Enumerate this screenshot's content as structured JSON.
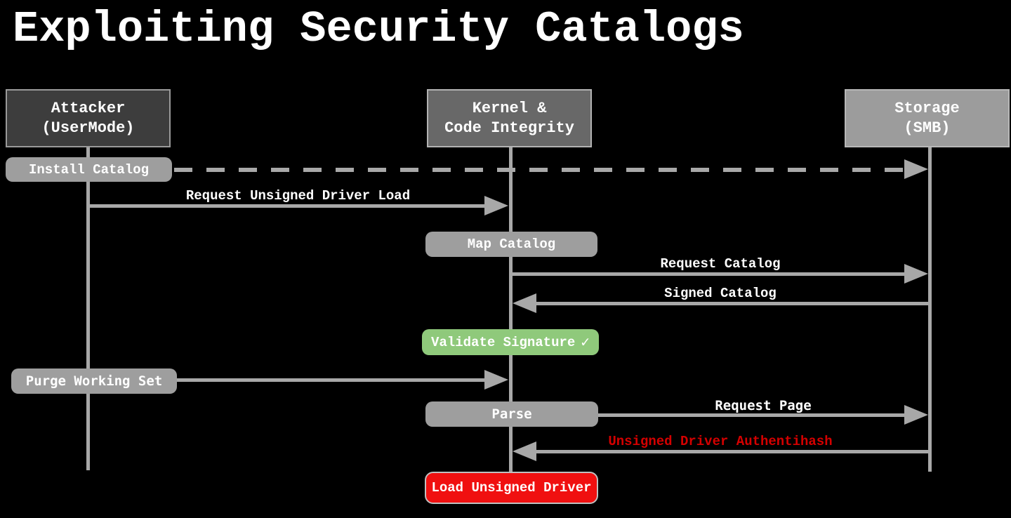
{
  "title": "Exploiting Security Catalogs",
  "actors": [
    {
      "name": "Attacker",
      "sub": "(UserMode)"
    },
    {
      "name": "Kernel &",
      "sub": "Code Integrity"
    },
    {
      "name": "Storage",
      "sub": "(SMB)"
    }
  ],
  "messages": {
    "install_catalog": "Install Catalog",
    "request_unsigned_driver_load": "Request Unsigned Driver Load",
    "map_catalog": "Map Catalog",
    "request_catalog": "Request Catalog",
    "signed_catalog": "Signed Catalog",
    "validate_signature": "Validate Signature",
    "validate_check": "✓",
    "purge_working_set": "Purge Working Set",
    "parse": "Parse",
    "request_page": "Request Page",
    "unsigned_driver_authentihash": "Unsigned Driver Authentihash",
    "load_unsigned_driver": "Load Unsigned Driver"
  },
  "colors": {
    "background": "#000000",
    "attacker_box": "#3d3d3d",
    "kernel_box": "#686868",
    "storage_box": "#9c9c9c",
    "label_box": "#9e9e9e",
    "success_box": "#8fc97b",
    "danger_box": "#f01010",
    "danger_text": "#d40000",
    "arrow_line": "#a8a8a8",
    "text": "#ffffff"
  }
}
